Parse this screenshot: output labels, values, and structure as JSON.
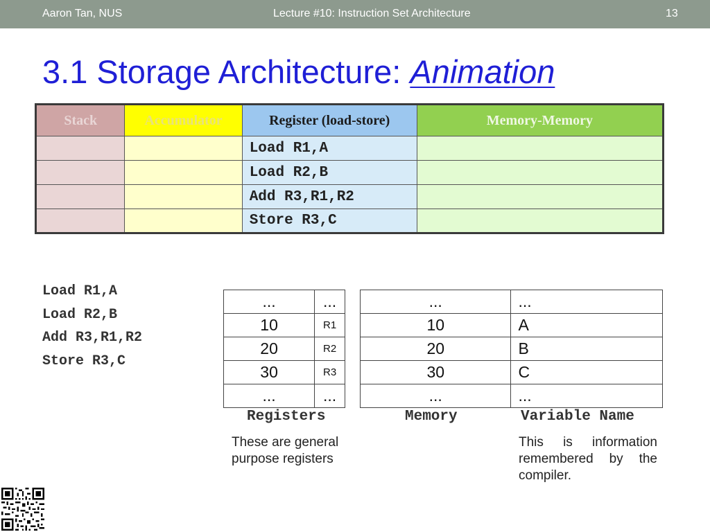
{
  "header": {
    "author": "Aaron Tan, NUS",
    "lecture": "Lecture #10: Instruction Set Architecture",
    "page": "13"
  },
  "title": {
    "main": "3.1 Storage Architecture: ",
    "emphasis": "Animation"
  },
  "isa_table": {
    "headers": [
      "Stack",
      "Accumulator",
      "Register (load-store)",
      "Memory-Memory"
    ],
    "rows": [
      [
        "",
        "",
        "Load R1,A",
        ""
      ],
      [
        "",
        "",
        "Load R2,B",
        ""
      ],
      [
        "",
        "",
        "Add R3,R1,R2",
        ""
      ],
      [
        "",
        "",
        "Store R3,C",
        ""
      ]
    ]
  },
  "code_listing": [
    "Load R1,A",
    "Load R2,B",
    "Add R3,R1,R2",
    "Store R3,C"
  ],
  "registers": {
    "rows": [
      [
        "...",
        "..."
      ],
      [
        "10",
        "R1"
      ],
      [
        "20",
        "R2"
      ],
      [
        "30",
        "R3"
      ],
      [
        "...",
        "..."
      ]
    ],
    "caption": "Registers",
    "note": "These are general purpose registers"
  },
  "memory": {
    "rows": [
      [
        "...",
        "..."
      ],
      [
        "10",
        "A"
      ],
      [
        "20",
        "B"
      ],
      [
        "30",
        "C"
      ],
      [
        "...",
        "..."
      ]
    ],
    "caption": "Memory",
    "variable_caption": "Variable Name",
    "note": "This is information remembered by the compiler."
  },
  "colors": {
    "header_bar": "#8d9a8e",
    "title": "#1f1fd6",
    "stack": "#cfa5a5",
    "accumulator": "#ffff00",
    "register": "#9cc7ef",
    "memory_memory": "#92d050"
  },
  "icons": {
    "qr": "qr-code-icon"
  }
}
